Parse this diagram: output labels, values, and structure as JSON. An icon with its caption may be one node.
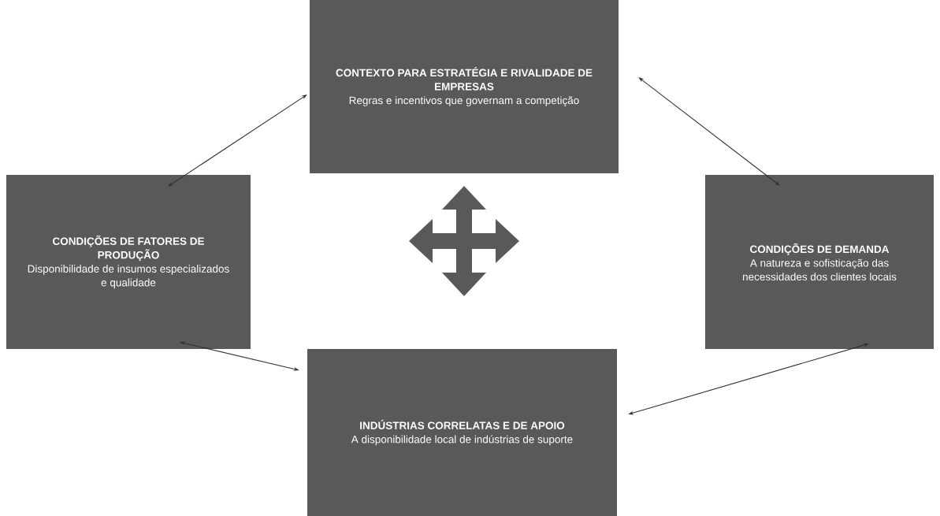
{
  "diagram": {
    "nodes": [
      {
        "text": [
          "CONTEXTO PARA ESTRATÉGIA E RIVALIDADE DE EMPRESAS",
          "Regras e incentivos que governam a competição"
        ]
      },
      {
        "text": [
          "CONDIÇÕES DE FATORES DE PRODUÇÃO",
          "Disponibilidade de insumos especializados e qualidade"
        ]
      },
      {
        "text": [
          "CONDIÇÕES DE DEMANDA",
          "A natureza e sofisticação das necessidades dos clientes locais"
        ]
      },
      {
        "text": [
          "INDÚSTRIAS CORRELATAS E DE APOIO",
          "A disponibilidade local de indústrias de suporte"
        ]
      }
    ],
    "edges": [
      {
        "from": 1,
        "to": 0,
        "arrow": "both"
      },
      {
        "from": 0,
        "to": 2,
        "arrow": "both"
      },
      {
        "from": 1,
        "to": 3,
        "arrow": "both"
      },
      {
        "from": 3,
        "to": 2,
        "arrow": "both"
      }
    ]
  }
}
